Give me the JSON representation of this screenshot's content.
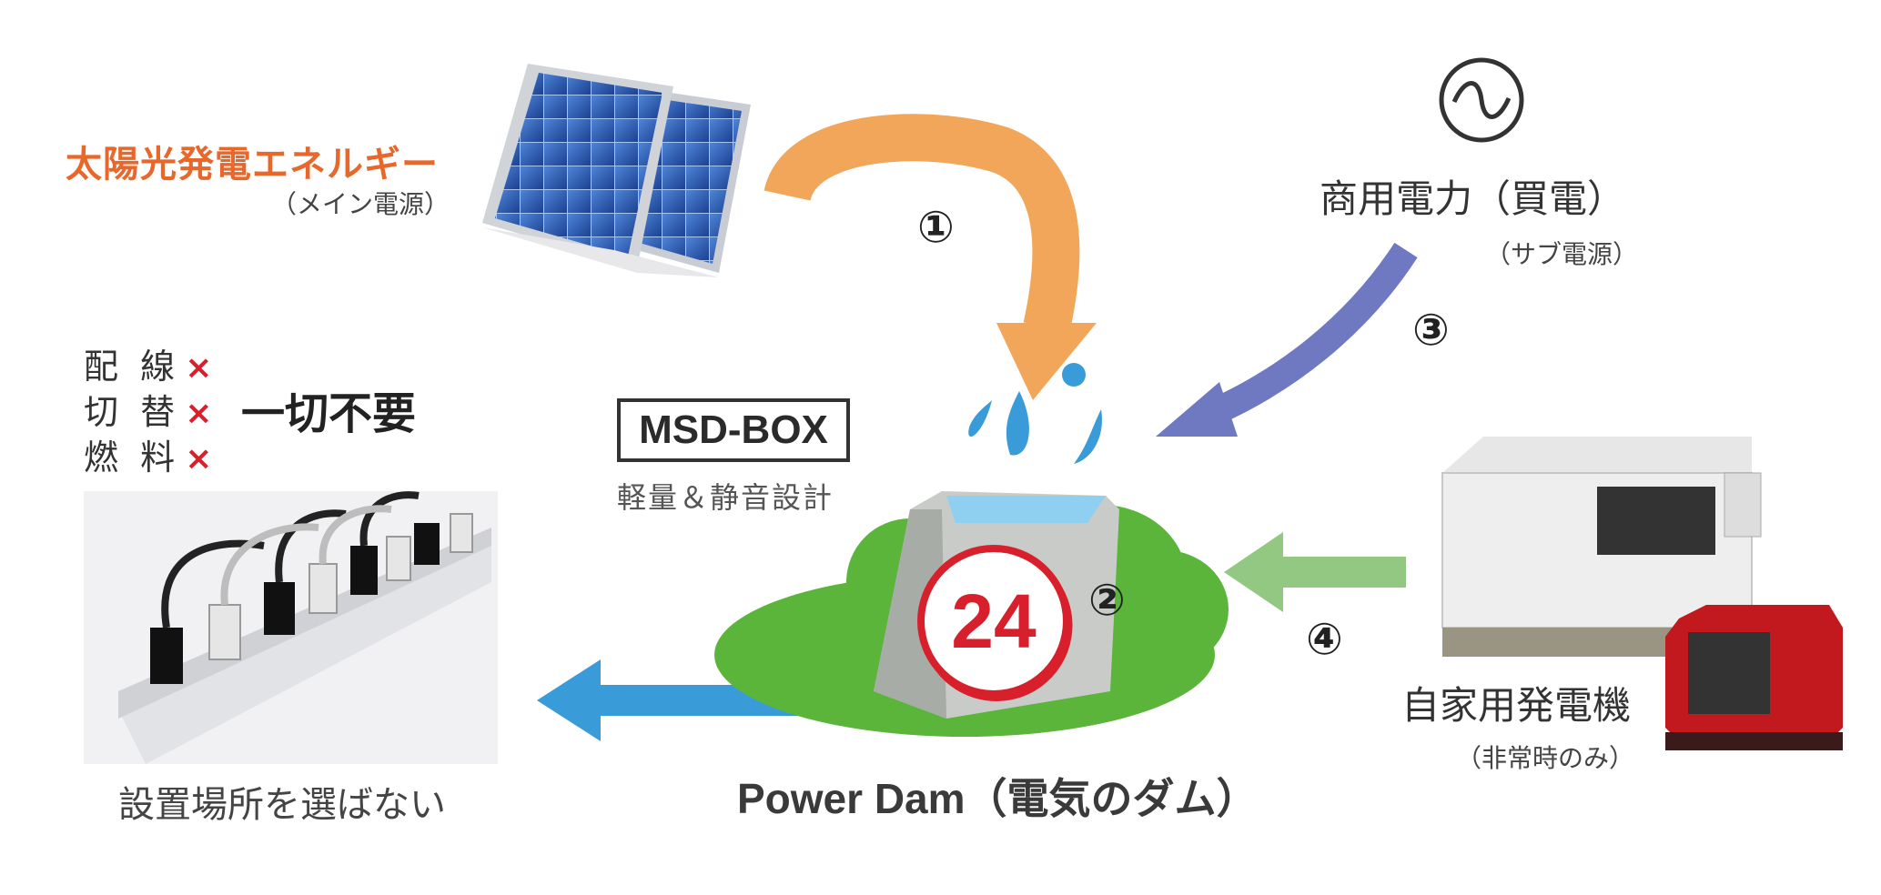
{
  "sources": {
    "solar": {
      "title": "太陽光発電エネルギー",
      "note": "（メイン電源）"
    },
    "grid": {
      "title": "商用電力（買電）",
      "note": "（サブ電源）"
    },
    "generator": {
      "title": "自家用発電機",
      "note": "（非常時のみ）"
    }
  },
  "requirements": [
    {
      "label": "配 線",
      "mark": "×"
    },
    {
      "label": "切 替",
      "mark": "×"
    },
    {
      "label": "燃 料",
      "mark": "×"
    }
  ],
  "requirements_summary": "一切不要",
  "product": {
    "name": "MSD-BOX",
    "tagline": "軽量＆静音設計"
  },
  "dam": {
    "title": "Power Dam（電気のダム）",
    "badge": "24"
  },
  "output": {
    "caption": "設置場所を選ばない"
  },
  "steps": [
    "①",
    "②",
    "③",
    "④"
  ],
  "colors": {
    "solar_arrow": "#f2a65a",
    "grid_arrow": "#6f79c1",
    "generator_arrow": "#93c883",
    "output_arrow": "#3a9bd9",
    "accent_red": "#d7202b",
    "hill_green": "#5bb53a"
  }
}
